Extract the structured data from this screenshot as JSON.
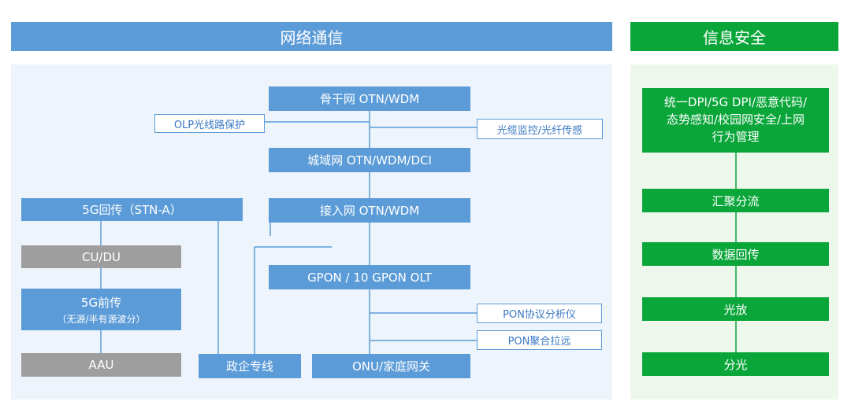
{
  "network": {
    "title": "网络通信",
    "backbone": "骨干网 OTN/WDM",
    "olp": "OLP光线路保护",
    "fiber_monitor": "光缆监控/光纤传感",
    "metro": "城域网 OTN/WDM/DCI",
    "backhaul_5g": "5G回传（STN-A）",
    "access": "接入网 OTN/WDM",
    "cu_du": "CU/DU",
    "gpon": "GPON / 10 GPON OLT",
    "fronthaul_5g": "5G前传",
    "fronthaul_note": "（无源/半有源波分）",
    "pon_analyzer": "PON协议分析仪",
    "pon_remote": "PON聚合拉远",
    "aau": "AAU",
    "gov_line": "政企专线",
    "onu": "ONU/家庭网关"
  },
  "security": {
    "title": "信息安全",
    "dpi_line1": "统一DPI/5G DPI/恶意代码/",
    "dpi_line2": "态势感知/校园网安全/上网",
    "dpi_line3": "行为管理",
    "aggregation": "汇聚分流",
    "backhaul": "数据回传",
    "amplifier": "光放",
    "splitter": "分光"
  },
  "colors": {
    "blue": "#5b9bd8",
    "gray": "#9e9e9e",
    "green": "#0aa63a",
    "panel_blue": "#eef4fb",
    "panel_green": "#eef7ec"
  }
}
